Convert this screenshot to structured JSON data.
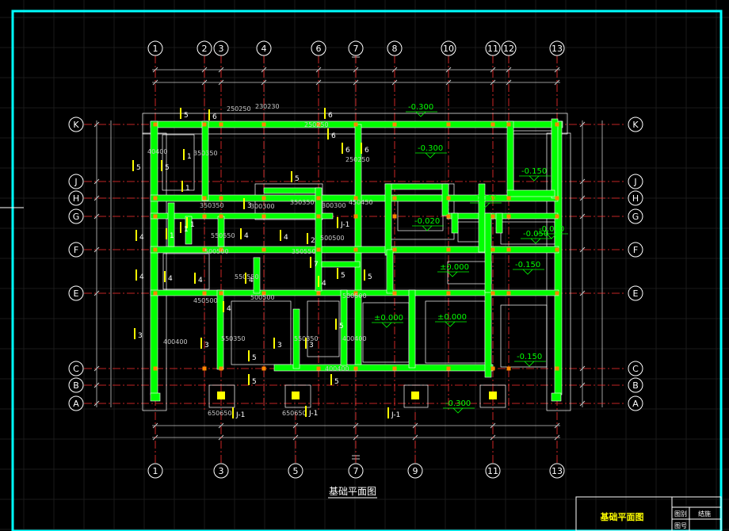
{
  "drawing": {
    "title": "基础平面图",
    "title_block": {
      "sheet_title": "基础平面图",
      "label_drawing_no": "图别",
      "label_sheet_no": "图号",
      "discipline": "结施"
    },
    "colors": {
      "background": "#000000",
      "frame": "#00ffff",
      "grid_line": "#ff3030",
      "wall": "#00ff00",
      "wall_edge": "#ffffff",
      "footing_outline": "#ffffff",
      "dimension": "#c8c8c8",
      "tag": "#ffff00",
      "elevation": "#00ff00",
      "column": "#ffff00"
    },
    "top_axes": [
      "1",
      "2",
      "3",
      "4",
      "6",
      "7",
      "8",
      "10",
      "11",
      "12",
      "13"
    ],
    "bottom_axes": [
      "1",
      "3",
      "5",
      "7",
      "9",
      "11",
      "13"
    ],
    "row_axes": [
      "K",
      "J",
      "H",
      "G",
      "F",
      "E",
      "C",
      "B",
      "A"
    ],
    "elevations": [
      "-0.300",
      "-0.300",
      "-0.150",
      "-0.050",
      "-0.020",
      "-0.050",
      "±0.000",
      "-0.150",
      "-0.050",
      "±0.000",
      "±0.000",
      "-0.150",
      "-0.300"
    ],
    "dimension_labels": [
      "40400",
      "350350",
      "350350",
      "550550",
      "550550",
      "450500",
      "300300",
      "400400",
      "400400",
      "550350",
      "550350",
      "400400",
      "650650",
      "650650",
      "250250",
      "250250",
      "250250",
      "350350",
      "230230",
      "300300",
      "500500",
      "500500",
      "500500",
      "350550",
      "500500",
      "450450"
    ],
    "section_tags": [
      "5",
      "5",
      "5",
      "1",
      "1",
      "1",
      "1",
      "1",
      "6",
      "6",
      "6",
      "6",
      "6",
      "4",
      "4",
      "4",
      "4",
      "4",
      "4",
      "4",
      "4",
      "4",
      "3",
      "3",
      "3",
      "3",
      "3",
      "2",
      "7",
      "5",
      "5",
      "5",
      "5",
      "5",
      "5",
      "5",
      "J-1",
      "J-1",
      "J-1",
      "J-1"
    ]
  }
}
